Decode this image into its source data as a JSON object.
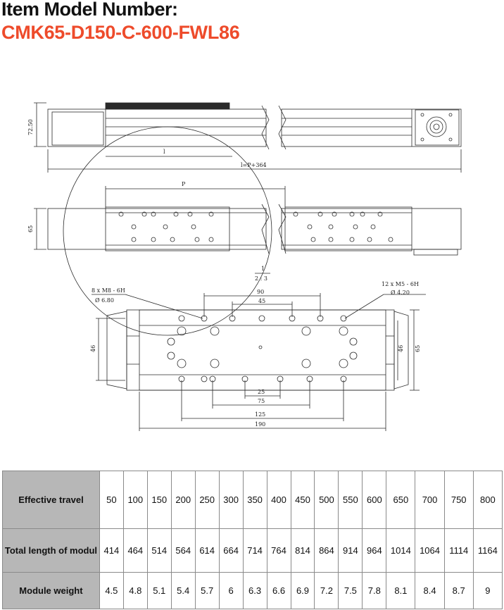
{
  "header": {
    "label": "Item Model Number:",
    "model": "CMK65-D150-C-600-FWL86",
    "accent_color": "#ee4b2b"
  },
  "drawing": {
    "dims": {
      "height_72_50": "72.50",
      "l_small": "l",
      "overall_length": "l=P+364",
      "p_label": "P",
      "width_65": "65",
      "scale_num": "1",
      "scale_den": "2 : 3",
      "holes_left": "8 x   M8 - 6H",
      "holes_left_dia": "Ø 6.80",
      "holes_right": "12 x   M5 - 6H",
      "holes_right_dia": "Ø 4.20",
      "d90": "90",
      "d45": "45",
      "d46_left": "46",
      "d46_right": "46",
      "d65_right": "65",
      "d25": "25",
      "d75": "75",
      "d125": "125",
      "d190": "190"
    }
  },
  "table": {
    "rows": [
      {
        "label": "Effective travel",
        "values": [
          "50",
          "100",
          "150",
          "200",
          "250",
          "300",
          "350",
          "400",
          "450",
          "500",
          "550",
          "600",
          "650",
          "700",
          "750",
          "800"
        ]
      },
      {
        "label": "Total length of modul",
        "values": [
          "414",
          "464",
          "514",
          "564",
          "614",
          "664",
          "714",
          "764",
          "814",
          "864",
          "914",
          "964",
          "1014",
          "1064",
          "1114",
          "1164"
        ]
      },
      {
        "label": "Module weight",
        "values": [
          "4.5",
          "4.8",
          "5.1",
          "5.4",
          "5.7",
          "6",
          "6.3",
          "6.6",
          "6.9",
          "7.2",
          "7.5",
          "7.8",
          "8.1",
          "8.4",
          "8.7",
          "9"
        ]
      }
    ],
    "header_bg": "#b7b7b7"
  }
}
